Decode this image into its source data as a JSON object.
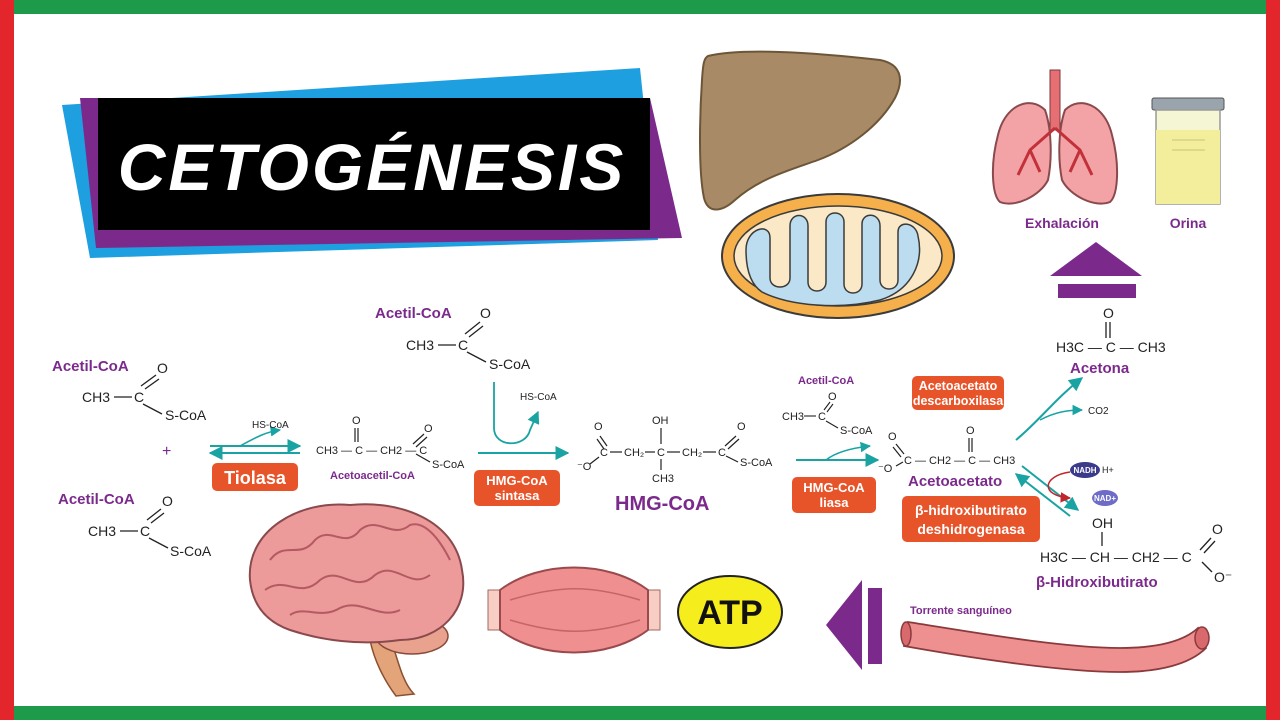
{
  "title": "CETOGÉNESIS",
  "colors": {
    "purple": "#7b2a8c",
    "orange": "#e8542a",
    "teal": "#1aa3a3",
    "green": "#1d9a4a",
    "red": "#e3262b"
  },
  "molecules": {
    "acetyl1": {
      "label": "Acetil-CoA",
      "ch3": "CH3",
      "o": "O",
      "scoa": "S-CoA"
    },
    "acetyl2": {
      "label": "Acetil-CoA",
      "ch3": "CH3",
      "o": "O",
      "scoa": "S-CoA"
    },
    "acetyl3": {
      "label": "Acetil-CoA",
      "ch3": "CH3",
      "o": "O",
      "scoa": "S-CoA"
    },
    "acetyl4": {
      "label": "Acetil-CoA",
      "ch3": "CH3",
      "o": "O",
      "scoa": "S-CoA"
    },
    "plus": "+",
    "hscoa1": "HS-CoA",
    "hscoa2": "HS-CoA",
    "acetoacetylcoa": {
      "label": "Acetoacetil-CoA",
      "formula": "CH3 — C — CH2 — C",
      "o": "O",
      "scoa": "S-CoA"
    },
    "hmgcoa": {
      "label": "HMG-CoA",
      "oh": "OH",
      "ch3": "CH3",
      "scoa": "S-CoA",
      "o": "O"
    },
    "acetoacetato": {
      "label": "Acetoacetato",
      "formula": "C — CH2 — C — CH3",
      "o": "O"
    },
    "acetona": {
      "label": "Acetona",
      "formula": "H3C — C — CH3",
      "o": "O"
    },
    "co2": "CO2",
    "nadh": "NADH",
    "hplus": "H+",
    "nad": "NAD+",
    "hidroxibutirato": {
      "label": "β-Hidroxibutirato",
      "formula": "H3C — CH — CH2 — C",
      "oh": "OH",
      "o": "O"
    }
  },
  "enzymes": {
    "tiolasa": "Tiolasa",
    "hmgsintasa_1": "HMG-CoA",
    "hmgsintasa_2": "sintasa",
    "hmgliasa_1": "HMG-CoA",
    "hmgliasa_2": "liasa",
    "descarb_1": "Acetoacetato",
    "descarb_2": "descarboxilasa",
    "deshid_1": "β-hidroxibutirato",
    "deshid_2": "deshidrogenasa"
  },
  "organs": {
    "exhalacion": "Exhalación",
    "orina": "Orina",
    "torrente": "Torrente sanguíneo",
    "atp": "ATP"
  }
}
